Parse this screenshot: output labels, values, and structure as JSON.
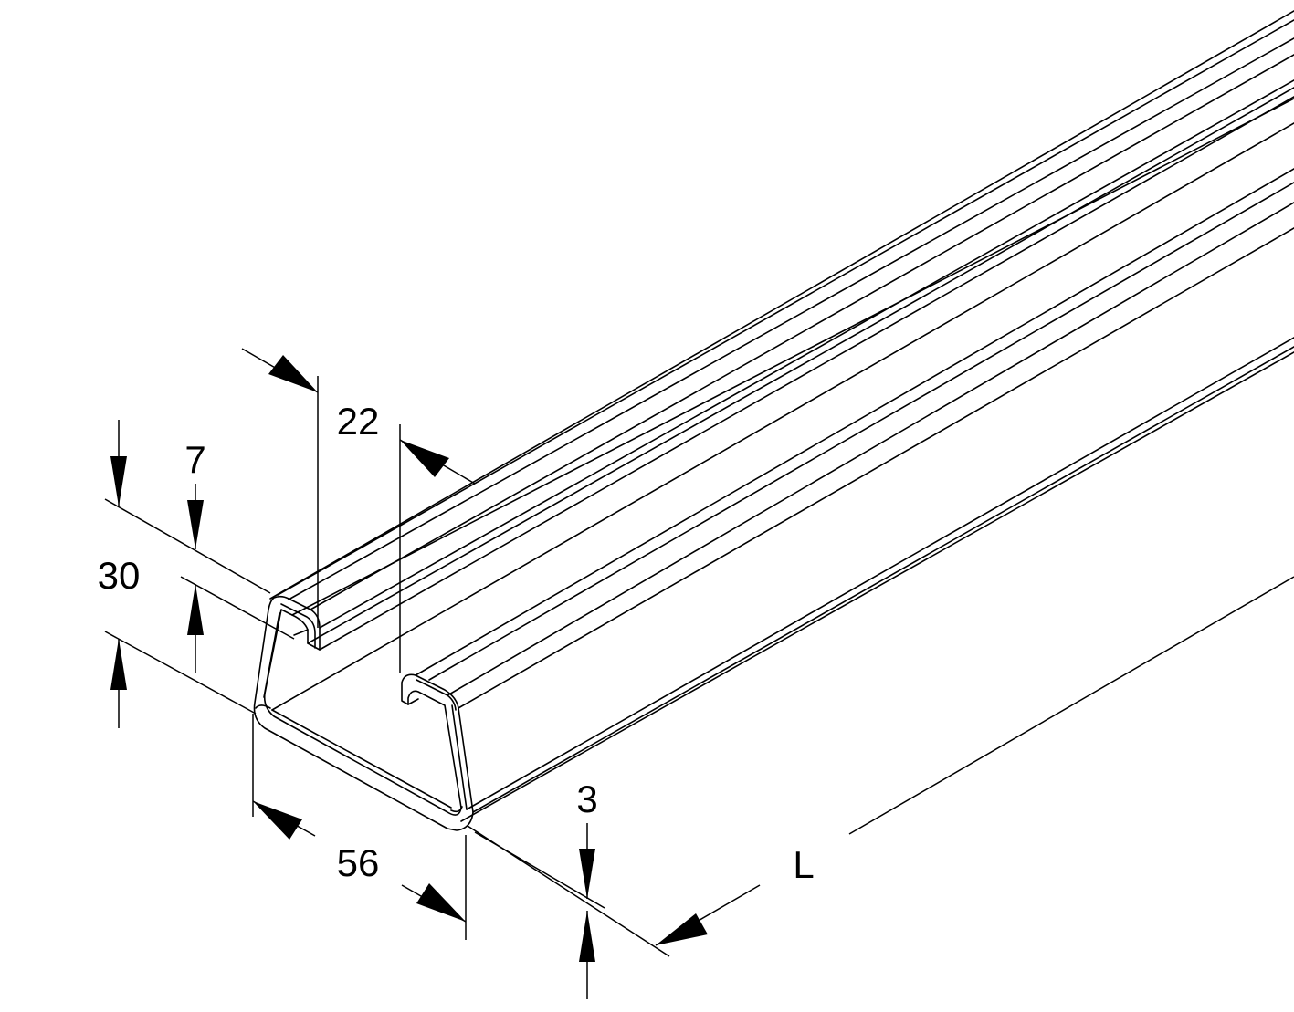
{
  "dimensions": {
    "slot_width": "22",
    "lip_height": "7",
    "overall_height": "30",
    "overall_width": "56",
    "wall_thickness": "3",
    "length": "L"
  },
  "colors": {
    "line": "#000000",
    "background": "#ffffff"
  }
}
